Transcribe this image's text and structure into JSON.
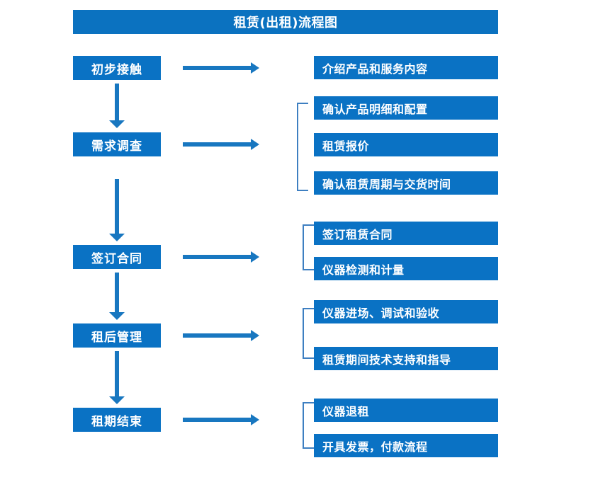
{
  "title": "租赁(出租)流程图",
  "colors": {
    "box_blue": "#0A72C4",
    "title_blue": "#0B72C0",
    "arrow_blue": "#1877C0",
    "bracket_blue": "#3E7FC1",
    "text_white": "#FFFFFF",
    "background": "#FFFFFF"
  },
  "stages": [
    {
      "label": "初步接触"
    },
    {
      "label": "需求调查"
    },
    {
      "label": "签订合同"
    },
    {
      "label": "租后管理"
    },
    {
      "label": "租期结束"
    }
  ],
  "details": [
    {
      "label": "介绍产品和服务内容"
    },
    {
      "label": "确认产品明细和配置"
    },
    {
      "label": "租赁报价"
    },
    {
      "label": "确认租赁周期与交货时间"
    },
    {
      "label": "签订租赁合同"
    },
    {
      "label": "仪器检测和计量"
    },
    {
      "label": "仪器进场、调试和验收"
    },
    {
      "label": "租赁期间技术支持和指导"
    },
    {
      "label": "仪器退租"
    },
    {
      "label": "开具发票，付款流程"
    }
  ],
  "groups": [
    {
      "stage": "初步接触",
      "details": [
        "介绍产品和服务内容"
      ]
    },
    {
      "stage": "需求调查",
      "details": [
        "确认产品明细和配置",
        "租赁报价",
        "确认租赁周期与交货时间"
      ]
    },
    {
      "stage": "签订合同",
      "details": [
        "签订租赁合同",
        "仪器检测和计量"
      ]
    },
    {
      "stage": "租后管理",
      "details": [
        "仪器进场、调试和验收",
        "租赁期间技术支持和指导"
      ]
    },
    {
      "stage": "租期结束",
      "details": [
        "仪器退租",
        "开具发票，付款流程"
      ]
    }
  ]
}
